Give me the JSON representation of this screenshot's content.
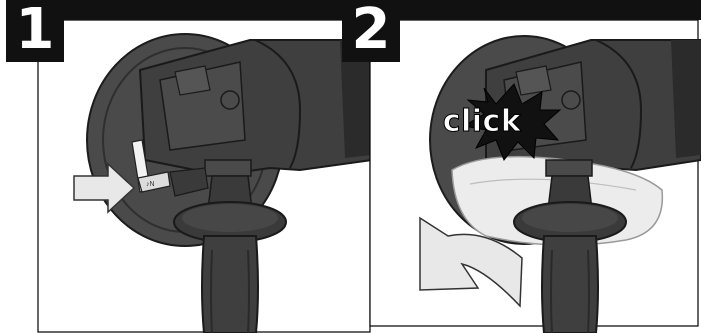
{
  "steps": [
    {
      "number": "1"
    },
    {
      "number": "2",
      "callout": "click"
    }
  ],
  "colors": {
    "tool_body": "#3f3f3f",
    "tool_shadow": "#2b2b2b",
    "guard": "#4a4a4a",
    "guard_released": "#ececec",
    "arrow_fill": "#e8e8e8",
    "badge": "#111111",
    "frame": "#000000"
  },
  "icons": [
    "push-arrow-icon",
    "rotate-arrow-icon",
    "click-burst-icon"
  ]
}
